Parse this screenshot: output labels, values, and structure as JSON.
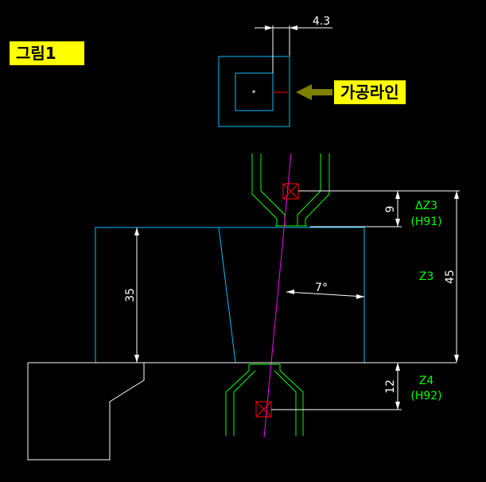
{
  "labels": {
    "figure_tag": "그림1",
    "machining_line_tag": "가공라인"
  },
  "dimensions": {
    "top_width": "4.3",
    "upper_gap": "9",
    "total_height": "45",
    "block_height": "35",
    "angle": "7°",
    "lower_gap": "12"
  },
  "annotations": {
    "delta_z3": "ΔZ3",
    "h91": "(H91)",
    "z3": "Z3",
    "z4": "Z4",
    "h92": "(H92)"
  },
  "colors": {
    "background": "#000000",
    "workpiece": "#00bfff",
    "guide": "#00ff00",
    "wire": "#ff00ff",
    "dimension": "#ffffff",
    "arrow": "#808000",
    "tag": "#ffff00",
    "marker": "#ff0000"
  }
}
